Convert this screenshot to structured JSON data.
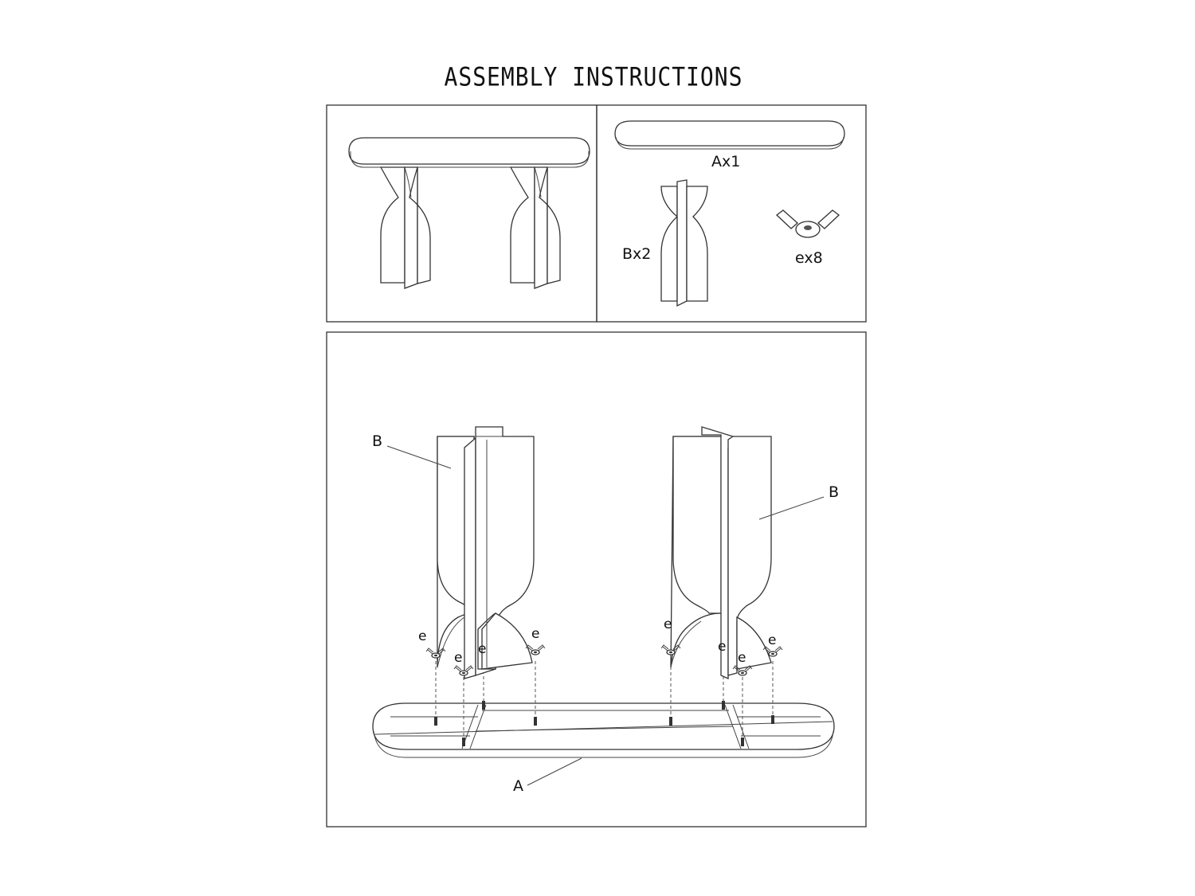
{
  "title": "ASSEMBLY INSTRUCTIONS",
  "parts": {
    "tabletop": "Ax1",
    "base": "Bx2",
    "wing_nut": "ex8"
  },
  "callouts": {
    "base_left": "B",
    "base_right": "B",
    "tabletop": "A",
    "nut": "e"
  }
}
